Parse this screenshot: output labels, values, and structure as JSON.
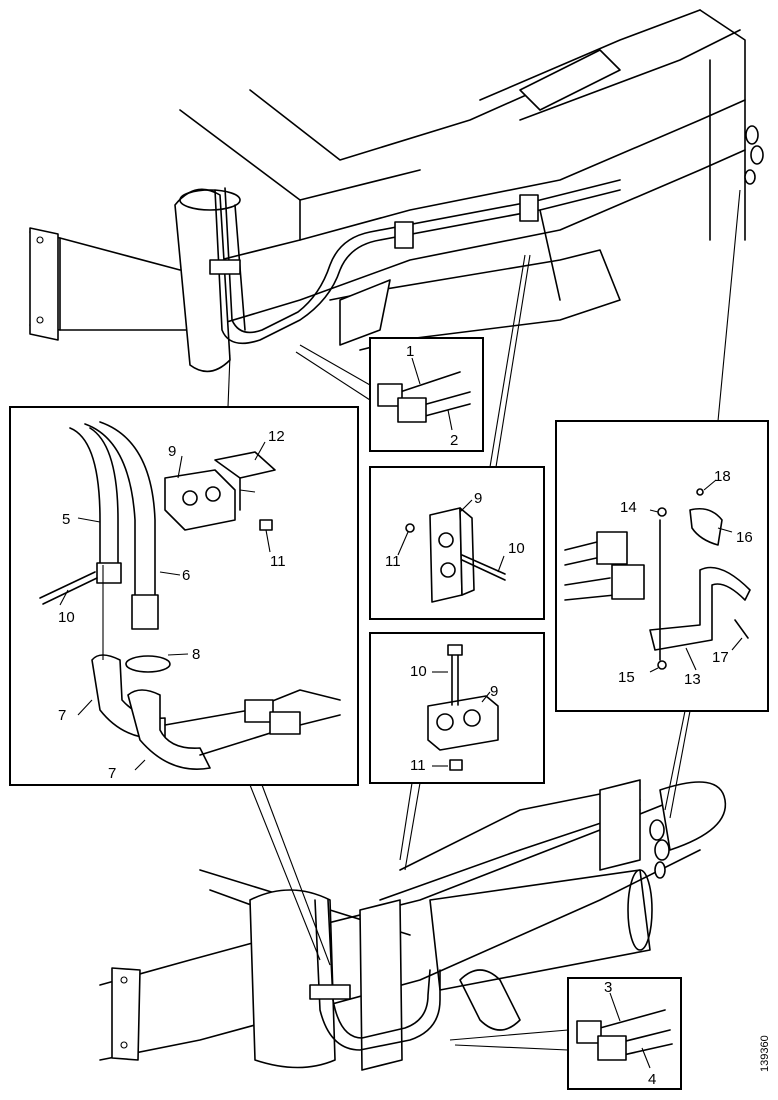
{
  "callouts": {
    "c1": "1",
    "c2": "2",
    "c3": "3",
    "c4": "4",
    "c5": "5",
    "c6": "6",
    "c7a": "7",
    "c7b": "7",
    "c8": "8",
    "c9a": "9",
    "c9b": "9",
    "c9c": "9",
    "c10a": "10",
    "c10b": "10",
    "c10c": "10",
    "c11a": "11",
    "c11b": "11",
    "c11c": "11",
    "c12": "12",
    "c13": "13",
    "c14": "14",
    "c15": "15",
    "c16": "16",
    "c17": "17",
    "c18": "18"
  },
  "drawing_code": "139360"
}
